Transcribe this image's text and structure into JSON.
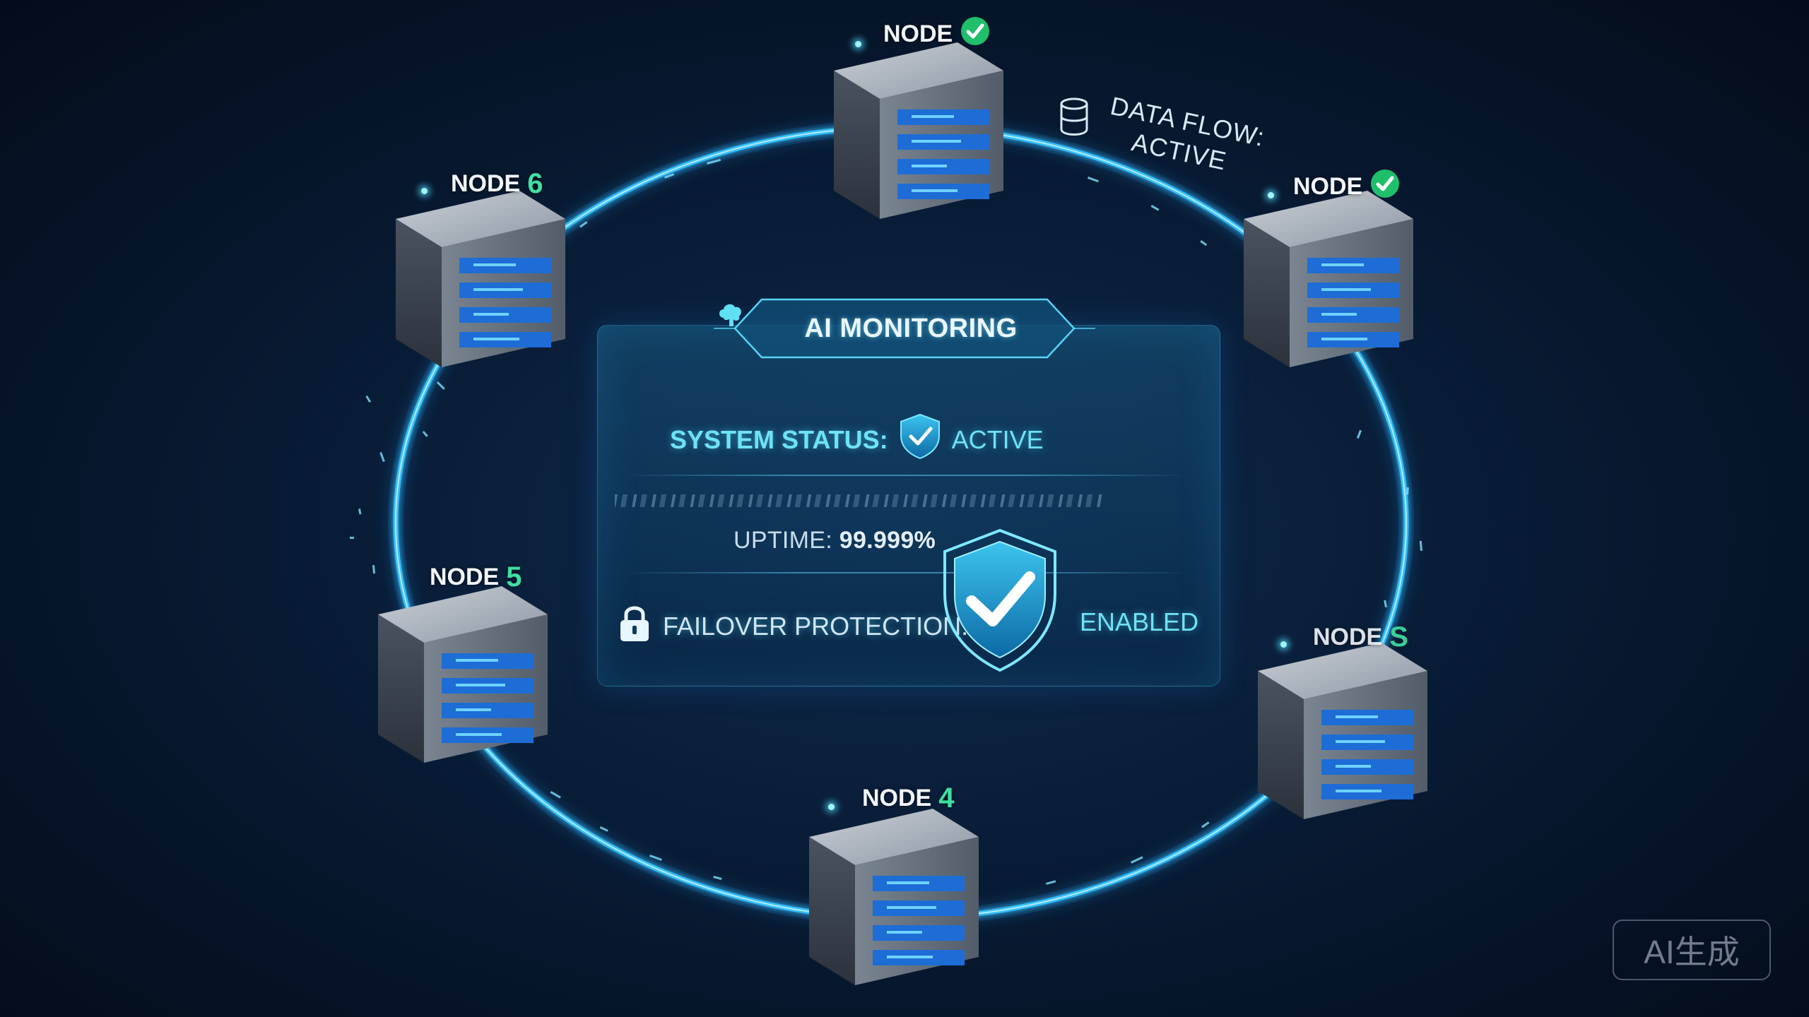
{
  "panel": {
    "title": "AI MONITORING",
    "system_status_label": "SYSTEM STATUS:",
    "system_status_value": "ACTIVE",
    "uptime_label": "UPTIME:",
    "uptime_value": "99.999%",
    "failover_label": "FAILOVER PROTECTION:",
    "failover_value": "ENABLED"
  },
  "nodes": [
    {
      "label": "NODE",
      "suffix": "6",
      "status": "number"
    },
    {
      "label": "NODE",
      "suffix": "",
      "status": "check"
    },
    {
      "label": "NODE",
      "suffix": "",
      "status": "check"
    },
    {
      "label": "NODE",
      "suffix": "5",
      "status": "number"
    },
    {
      "label": "NODE",
      "suffix": "4",
      "status": "number"
    },
    {
      "label": "NODE",
      "suffix": "S",
      "status": "number"
    }
  ],
  "data_flow": {
    "line1": "DATA FLOW:",
    "line2": "ACTIVE"
  },
  "watermark": "AI生成",
  "colors": {
    "ring": "#2fb4ff",
    "accent_cyan": "#6fe2f5",
    "check_green": "#1fbf6b",
    "shield": "#27a8d6"
  }
}
